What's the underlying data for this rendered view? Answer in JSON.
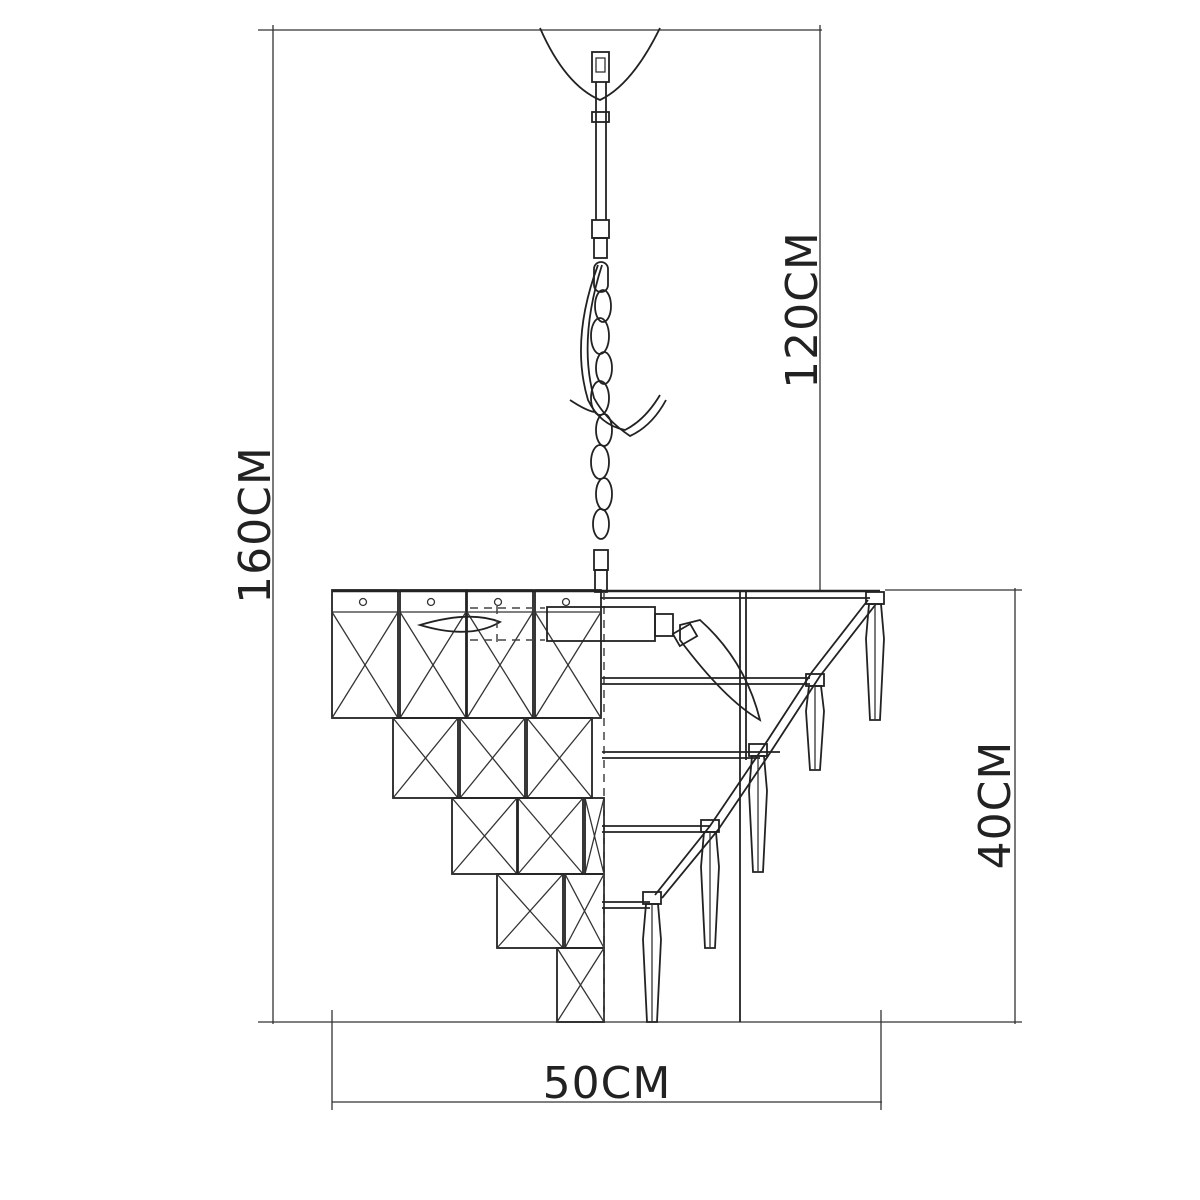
{
  "diagram": {
    "dimensions": {
      "total_height": "160CM",
      "drop_height": "120CM",
      "body_height": "40CM",
      "diameter": "50CM"
    },
    "line_color": "#222222",
    "background": "#ffffff"
  }
}
